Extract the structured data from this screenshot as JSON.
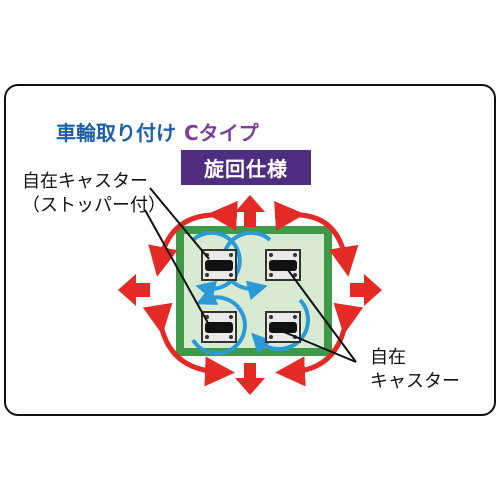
{
  "header": {
    "title": "車輪取り付け",
    "type_label": "Cタイプ",
    "badge": "旋回仕様"
  },
  "labels": {
    "stopper_caster_line1": "自在キャスター",
    "stopper_caster_line2": "（ストッパー付）",
    "free_caster_line1": "自在",
    "free_caster_line2": "キャスター"
  },
  "colors": {
    "title_blue": "#1f5fa8",
    "type_purple": "#7d3d98",
    "badge_bg": "#4f2d80",
    "arrow_red": "#e32a24",
    "platform_green": "#3f9a47",
    "platform_fill": "#d9ead3",
    "rotation_blue": "#2a9bd7"
  },
  "diagram": {
    "caster_count": 4,
    "casters_with_stopper": 2,
    "free_casters": 2,
    "movement_directions": [
      "up",
      "down",
      "left",
      "right"
    ],
    "swivel_directions": 4
  }
}
